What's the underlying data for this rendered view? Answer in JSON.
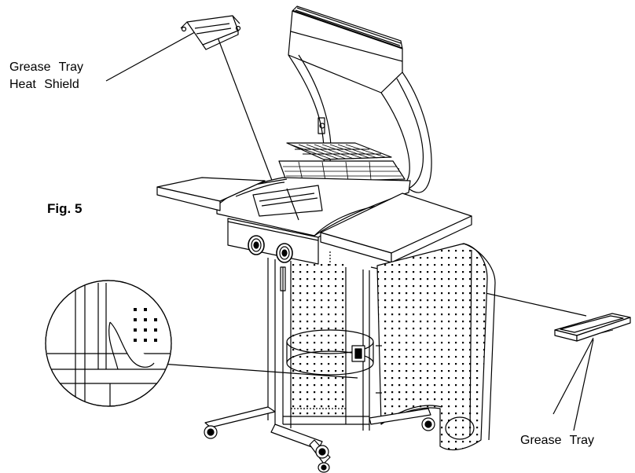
{
  "figure": {
    "label": "Fig. 5"
  },
  "callouts": {
    "grease_tray_heat_shield": {
      "line1": "Grease Tray",
      "line2": "Heat Shield"
    },
    "grease_tray": {
      "label": "Grease Tray"
    }
  },
  "colors": {
    "ink": "#000000",
    "paper": "#ffffff",
    "panel": "#f2f2f2"
  }
}
